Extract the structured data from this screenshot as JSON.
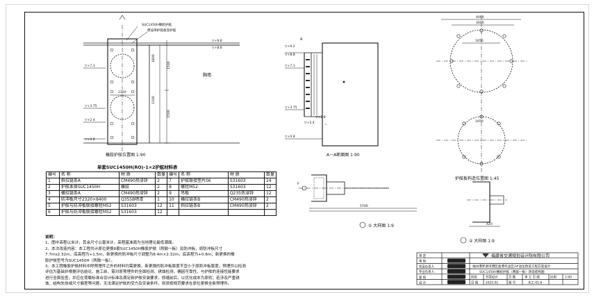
{
  "drawing": {
    "top_label_1": "SUC1450H橡胶护舷",
    "top_label_2": "原设吊护舷板及护舷",
    "wall_label": "胸墙",
    "elev_98": "▽+9.8",
    "elev_88": "▽+8.8",
    "elev_92": "▽+9.2",
    "elev_73": "▽+7.3",
    "elev_375": "▽+3.75",
    "elev_24": "▽+2.4",
    "elev_08": "▽+0.8",
    "elev_28": "▽+2.8",
    "dim_2320": "2320",
    "dim_1500": "1500",
    "dim_1100": "1100",
    "dim_1800": "1800",
    "dim_4000": "4000",
    "dim_3000": "3000",
    "dim_1650": "1650",
    "dim_5700": "5700",
    "dim_420": "420",
    "view_front": "橡胶护舷位置图 1:90",
    "view_section": "A－A断面图 1:90",
    "view_panel": "护舷板构造位置图 1:45",
    "view_detail1": "① 大样图 1:9",
    "view_detail2": "② 大样图 1:9",
    "sec_a": "A",
    "sec_p": "P"
  },
  "table": {
    "title": "单套SUC1450H(RO)-1×2护舷材料表",
    "headers": [
      "编号",
      "名 称",
      "材 质",
      "数量",
      "编号",
      "名 称",
      "材 质",
      "数量"
    ],
    "rows": [
      [
        "1",
        "斜拉链条A",
        "CM490热浸锌",
        "2",
        "7",
        "护舷联接垫片δ6",
        "S31603",
        "24"
      ],
      [
        "2",
        "护舷本体SUC1450H",
        "橡胶",
        "2",
        "8",
        "螺栓M52",
        "S31603",
        "12"
      ],
      [
        "3",
        "横拉链条A",
        "CM490热浸锌",
        "2",
        "9",
        "吊板",
        "Q235热浸锌",
        "12"
      ],
      [
        "4",
        "防冲板尺寸2320×8400",
        "Q355B喷漆",
        "1",
        "10",
        "横拉链条B",
        "CM490热浸锌",
        "2"
      ],
      [
        "5",
        "护舷与防冲板联接螺栓M52",
        "S31603",
        "12",
        "11",
        "斜拉链条B",
        "CM490热浸锌",
        "2"
      ],
      [
        "6",
        "护舷与防冲板联接螺栓M52",
        "S31603",
        "12",
        "",
        "",
        "",
        ""
      ]
    ]
  },
  "notes": {
    "title": "说明：",
    "lines": [
      "1、图中高程以米计，其余尺寸以毫米计，高程基准面为当地理论最低潮面。",
      "2、本次改造内容：本工程共计原位更换8套SUC1450H橡胶护舷（两鼓一板）及防冲板，原防冲板尺寸",
      "   7.7mx2.32m，底高程为+1.5m，新更换的防冲板尺寸调整为8.4m×2.32m，底高程为+0.8m；新更换的橡",
      "   胶护舷型号为SUC1450H（两鼓一板）。",
      "3、本工程橡胶护舷材料中除预埋件之外的材料均需更换，新更换的防冲板厚度不宜小于原防冲板厚度，预埋件以检测",
      "   评估为基础并根据评估结论、施工前，需对原预埋件的全面检测、锈蚀检测，确因可靠性，与护舷的连接性能要求",
      "   进行全面验查，并应在荷载标准合设计标准及满足新护舷安装要求，修缮前后，以优化成本为原则；若涉及严重锈",
      "   蚀、结构失效或尺寸偏差等问题，无法满足护舷的受力及安装条件，则须按规范要求在原位更换全新预埋件。"
    ]
  },
  "titleblock": {
    "company": "福建省交通规划设计院有限公司",
    "project": "福州港罗源湾港区金港作业区3#泊位改造工程方案设计",
    "drawing_name": "SUC1450H橡胶护舷（两鼓一板）改造结构图",
    "roles": [
      "审 定",
      "审 核",
      "项目负责人",
      "专业负责人",
      "复 核",
      "设 计"
    ],
    "labels": {
      "stage": "阶段",
      "stage_val": "方案设计",
      "sheet": "页 数",
      "scale_k": "本 工 页 图",
      "ratio": "比例",
      "ratio_val": "1:90",
      "date": "日 期",
      "date_val": "2025.01",
      "dwg_no": "图 号",
      "dwg_no_val": "水工-01-6"
    }
  },
  "colors": {
    "line": "#111111",
    "seal": "#222222",
    "bg": "#ffffff"
  }
}
